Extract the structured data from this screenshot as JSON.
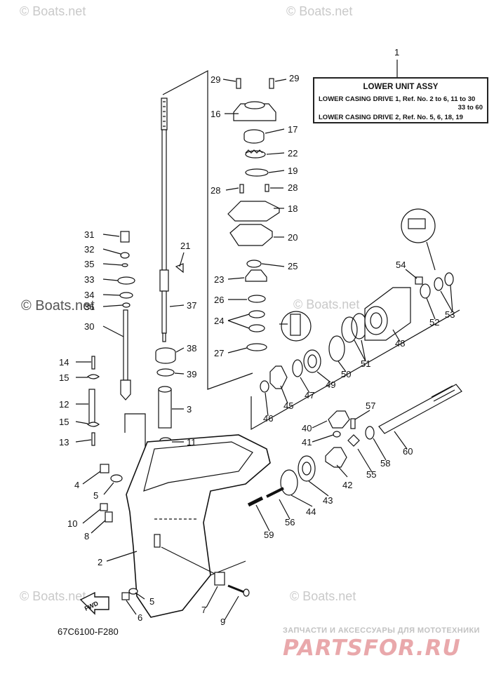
{
  "watermarks": {
    "top_left": "© Boats.net",
    "top_right": "© Boats.net",
    "middle_left": "© Boats.net",
    "middle_right": "© Boats.net",
    "bottom_left": "© Boats.net",
    "bottom_right": "© Boats.net"
  },
  "legend": {
    "title": "LOWER UNIT ASSY",
    "line1": "LOWER CASING DRIVE 1,  Ref. No. 2 to 6, 11 to 30",
    "line2": "33  to  60",
    "line3": "LOWER CASING DRIVE 2,  Ref. No. 5, 6, 18, 19"
  },
  "callouts": [
    "1",
    "2",
    "3",
    "4",
    "5",
    "5",
    "6",
    "7",
    "8",
    "9",
    "10",
    "11",
    "12",
    "13",
    "14",
    "15",
    "15",
    "16",
    "17",
    "18",
    "19",
    "20",
    "21",
    "22",
    "23",
    "24",
    "25",
    "26",
    "27",
    "28",
    "28",
    "29",
    "29",
    "30",
    "31",
    "32",
    "33",
    "34",
    "35",
    "36",
    "37",
    "38",
    "39",
    "40",
    "41",
    "42",
    "43",
    "44",
    "45",
    "46",
    "47",
    "48",
    "49",
    "50",
    "51",
    "52",
    "53",
    "54",
    "55",
    "56",
    "57",
    "58",
    "59",
    "60"
  ],
  "fwd_label": "FWD",
  "figure_id": "67C6100-F280",
  "brand": {
    "tagline": "ЗАПЧАСТИ И АКСЕССУАРЫ ДЛЯ МОТОТЕХНИКИ",
    "name": "PARTSFOR.RU"
  },
  "colors": {
    "line": "#111111",
    "watermark": "#c9c9c9",
    "brand": "#e9a8ab"
  }
}
